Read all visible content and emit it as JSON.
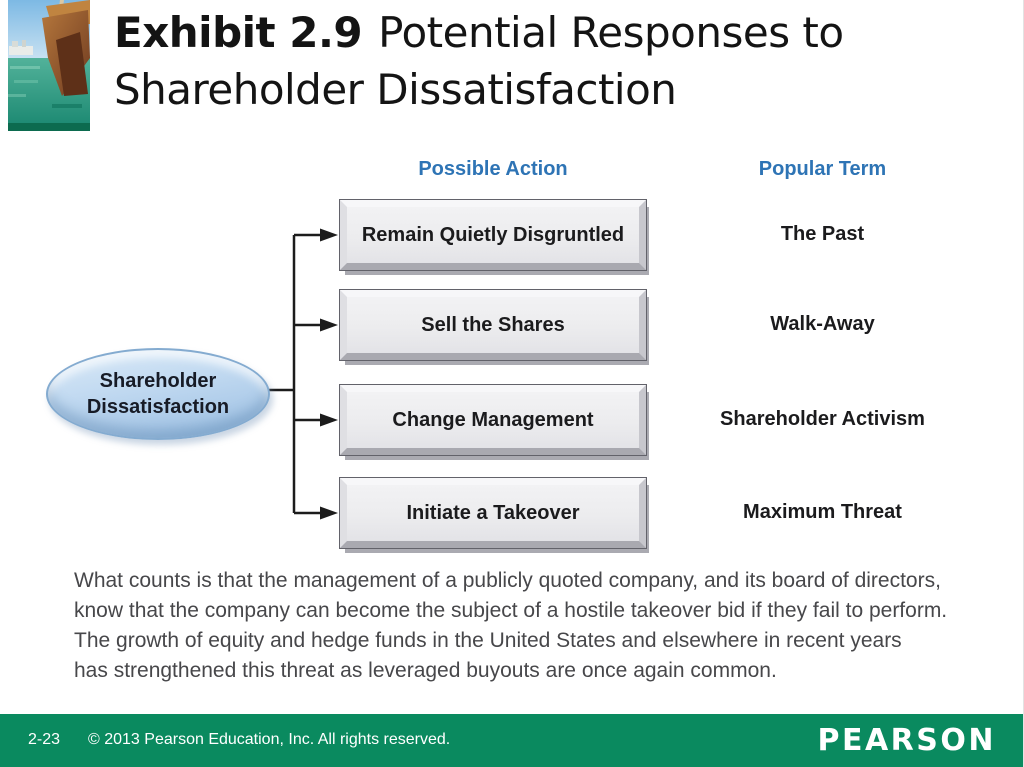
{
  "slide": {
    "title": {
      "exhibit": "Exhibit 2.9",
      "line1_rest": "Potential Responses to",
      "line2": "Shareholder Dissatisfaction"
    },
    "diagram": {
      "column_headers": {
        "possible_action": "Possible Action",
        "popular_term": "Popular Term"
      },
      "source": {
        "label_line1": "Shareholder",
        "label_line2": "Dissatisfaction"
      },
      "rows": [
        {
          "action": "Remain Quietly Disgruntled",
          "term": "The Past"
        },
        {
          "action": "Sell the Shares",
          "term": "Walk-Away"
        },
        {
          "action": "Change Management",
          "term": "Shareholder Activism"
        },
        {
          "action": "Initiate a Takeover",
          "term": "Maximum Threat"
        }
      ]
    },
    "paragraph_lines": [
      "What counts is that the management of a publicly quoted company, and its board of directors,",
      "know that the company can become the subject of a hostile takeover bid if they fail to perform.",
      "The growth of equity and hedge funds in the United States and elsewhere in recent years",
      "has strengthened this threat as leveraged buyouts are once again common."
    ],
    "footer": {
      "page_number": "2-23",
      "copyright": "© 2013 Pearson Education, Inc. All rights reserved.",
      "brand": "PEARSON"
    },
    "colors": {
      "header_blue": "#2e74b5",
      "footer_green": "#0a8a5f",
      "ellipse_fill": "#bcd6ef",
      "box_fill": "#ececee",
      "arrow_black": "#1c1c1c"
    }
  }
}
